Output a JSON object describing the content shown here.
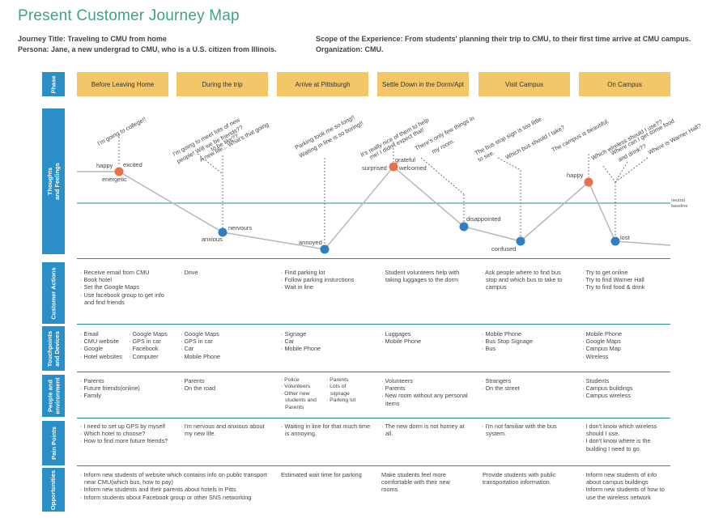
{
  "title": "Present Customer Journey Map",
  "header": {
    "journey_title": "Journey Title: Traveling to CMU from home",
    "persona": "Persona: Jane, a new undergrad to CMU, who is a U.S. citizen from Illinois.",
    "scope": "Scope of the Experience: From students' planning their trip to CMU, to their first time arrive at CMU campus.",
    "organization": "Organization: CMU."
  },
  "row_labels": {
    "phase": "Phase",
    "thoughts": "Thoughts\nand Feelings",
    "actions": "Customer Actions",
    "touchpoints": "Touchpoints\nand Devices",
    "people": "People and\nenvironment",
    "pain": "Pain Points",
    "opportunities": "Opportunities"
  },
  "phases": [
    "Before Leaving Home",
    "During the trip",
    "Arrive at Pittsburgh",
    "Settle Down in the Dorm/Apt",
    "Visit Campus",
    "On Campus"
  ],
  "emotion_chart": {
    "baseline_label_1": "neutral",
    "baseline_label_2": "baseline",
    "colors": {
      "positive": "#e8704a",
      "negative": "#2f7fc1",
      "line": "#b4b8bc",
      "baseline": "#2a8b8e"
    },
    "thoughts": [
      "I'm going to college!!",
      "I'm going to meet lots of new",
      "people! Will we be friends??",
      "A new life... What's that going",
      "to be like??",
      "Parking took me so long!!",
      "Waiting in line is so boring!!",
      "It's really nice of them to help",
      "me! I didn't expect that!",
      "There's only few things in",
      "my room.",
      "The bus stop sign is too little",
      "to see.",
      "Which bus should I take?",
      "The campus is beautiful.",
      "Which wireless should I use??",
      "Where can I get some food",
      "and drink??",
      "Where is Warner Hall?"
    ],
    "feelings": [
      "happy",
      "excited",
      "energetic",
      "nervours",
      "anxious",
      "annoyed",
      "grateful",
      "surprised",
      "welcomed",
      "disappointed",
      "confused",
      "happy",
      "lost"
    ]
  },
  "actions": [
    [
      "Receive email from CMU",
      "Book hotel",
      "Set the Google Maps",
      "Use facebook group to get info and find friends"
    ],
    [
      "Drive"
    ],
    [
      "Find parking lot",
      "Follow parking insturctions",
      "Wait in line"
    ],
    [
      "Student volunteers help with taking luggages to the dorm"
    ],
    [
      "Ask people where to find bus stop and which bus to take to campus"
    ],
    [
      "Try to get online",
      "Try to find Warner Hall",
      "Try to find food & drink"
    ]
  ],
  "touchpoints": {
    "col1a": [
      "Email",
      "CMU website",
      "Google",
      "Hotel websites"
    ],
    "col1b": [
      "Google Maps",
      "GPS in car",
      "Facebook",
      "Computer"
    ],
    "rest": [
      [
        "Google Maps",
        "GPS in car",
        "Car",
        "Mobile Phone"
      ],
      [
        "Signage",
        "Car",
        "Mobile Phone"
      ],
      [
        "Luggages",
        "Mobile Phone"
      ],
      [
        "Mobile Phone",
        "Bus Stop Signage",
        "Bus"
      ],
      [
        "Mobile Phone",
        "Google Maps",
        "Campus Map",
        "Wireless"
      ]
    ]
  },
  "people": {
    "col1": [
      "Parents",
      "Future friends(online)",
      "Family"
    ],
    "col2": [
      "Parents",
      "On the road"
    ],
    "col3a": [
      "Police",
      "Volunteers",
      "Other new students and Parents"
    ],
    "col3b": [
      "Parents",
      "Lots of signage",
      "Parking lot"
    ],
    "col4": [
      "Volunteers",
      "Parents",
      "New room without any personal items"
    ],
    "col5": [
      "Strangers",
      "On the street"
    ],
    "col6": [
      "Students",
      "Campus buildings",
      "Campus wireless"
    ]
  },
  "pain_points": [
    [
      "I need to set up GPS by myself",
      "Which hotel to choose?",
      "How to find more future friends?"
    ],
    [
      "I'm nervous and anxious about my new life."
    ],
    [
      "Waiting in line for that much time is annoying."
    ],
    [
      "The new dorm is not homey at all."
    ],
    [
      "I'm not familiar with the bus system."
    ],
    [
      "I don't know which wireless should I use.",
      "I don't know where is the building I need to go."
    ]
  ],
  "opportunities": {
    "col12": [
      "Inform new students of website which contains info on public transport near CMU(which bus, how to pay)",
      "Inform new students and their parents about hotels in Pitts",
      "Inform students about Facebook group or other SNS networking"
    ],
    "col3": "Estimated wait time for parking",
    "col4": "Make students feel more comfortable with their new rooms",
    "col5": "Provide students with public transportation information.",
    "col6": [
      "Inform new students of info about campus buildings",
      "Inform new students of how to use the wireless network"
    ]
  }
}
